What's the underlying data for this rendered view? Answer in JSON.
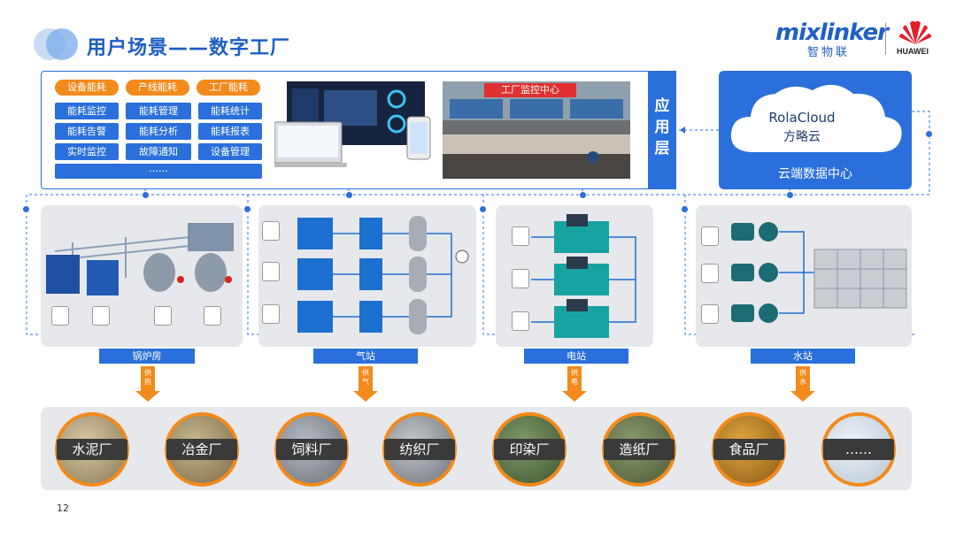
{
  "header": {
    "title": "用户场景——数字工厂",
    "page_number": "12",
    "logo_brand": "mixlinker",
    "logo_cn": "智物联",
    "partner_logo": "HUAWEI"
  },
  "app_layer": {
    "side_label": "应\n用\n层",
    "categories": [
      "设备能耗",
      "产线能耗",
      "工厂能耗"
    ],
    "functions": [
      [
        "能耗监控",
        "能耗管理",
        "能耗统计"
      ],
      [
        "能耗告警",
        "能耗分析",
        "能耗报表"
      ],
      [
        "实时监控",
        "故障通知",
        "设备管理"
      ]
    ],
    "more": "……",
    "monitor_label": "工厂监控中心"
  },
  "cloud": {
    "name_en": "RolaCloud",
    "name_cn": "方略云",
    "label": "云端数据中心"
  },
  "stations": [
    {
      "label": "锅炉房",
      "supply": "供\n热"
    },
    {
      "label": "气站",
      "supply": "供\n气"
    },
    {
      "label": "电站",
      "supply": "供\n电"
    },
    {
      "label": "水站",
      "supply": "供\n水"
    }
  ],
  "factories": [
    "水泥厂",
    "冶金厂",
    "饲料厂",
    "纺织厂",
    "印染厂",
    "造纸厂",
    "食品厂",
    "……"
  ],
  "colors": {
    "primary_blue": "#2a6fdb",
    "accent_orange": "#f28a1c",
    "panel_gray": "#e6e8ec"
  }
}
